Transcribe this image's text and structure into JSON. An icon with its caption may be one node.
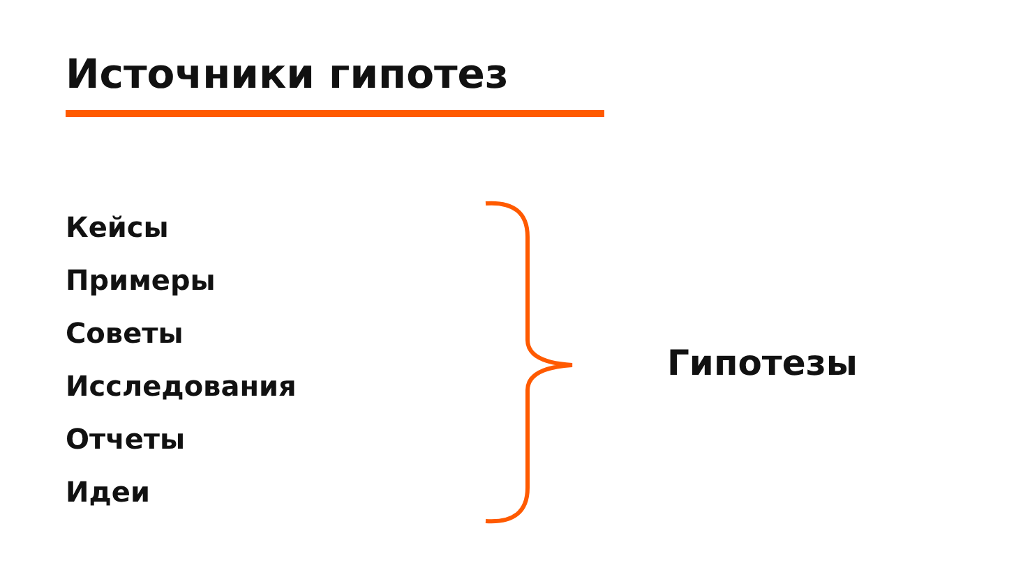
{
  "diagram": {
    "title": "Источники гипотез",
    "labels": [
      "Кейсы",
      "Примеры",
      "Советы",
      "Исследования",
      "Отчеты",
      "Идеи",
      "Гипотезы"
    ]
  }
}
